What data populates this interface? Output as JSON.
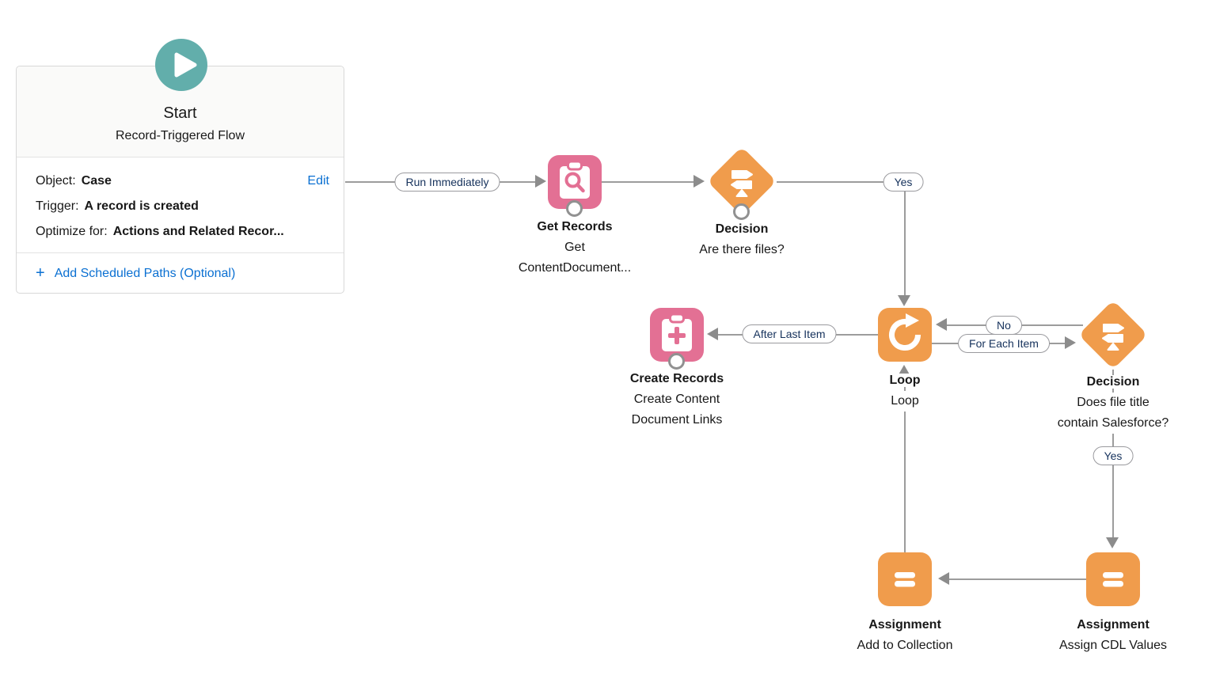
{
  "colors": {
    "start_teal": "#62AEAB",
    "data_pink": "#E37094",
    "logic_orange": "#F09C4C",
    "connector_gray": "#9C9C9C",
    "link_blue": "#0B70D2",
    "pill_text_navy": "#16325C"
  },
  "start_card": {
    "title": "Start",
    "subtitle": "Record-Triggered Flow",
    "rows": {
      "object_label": "Object:",
      "object_value": "Case",
      "edit_link": "Edit",
      "trigger_label": "Trigger:",
      "trigger_value": "A record is created",
      "optimize_label": "Optimize for:",
      "optimize_value": "Actions and Related Recor..."
    },
    "footer": {
      "plus_glyph": "+",
      "add_scheduled_paths": "Add Scheduled Paths (Optional)"
    }
  },
  "connector_labels": {
    "run_immediately": "Run Immediately",
    "yes_files": "Yes",
    "after_last_item": "After Last Item",
    "no": "No",
    "for_each_item": "For Each Item",
    "yes_title": "Yes"
  },
  "nodes": {
    "get_records": {
      "title": "Get Records",
      "desc": "Get\nContentDocument..."
    },
    "decision_files": {
      "title": "Decision",
      "desc": "Are there files?"
    },
    "loop": {
      "title": "Loop",
      "desc": "Loop"
    },
    "create_records": {
      "title": "Create Records",
      "desc": "Create Content\nDocument Links"
    },
    "decision_file_title": {
      "title": "Decision",
      "desc": "Does file title\ncontain Salesforce?"
    },
    "assignment_add_to_collection": {
      "title": "Assignment",
      "desc": "Add to Collection"
    },
    "assignment_assign_cdl": {
      "title": "Assignment",
      "desc": "Assign CDL Values"
    }
  }
}
